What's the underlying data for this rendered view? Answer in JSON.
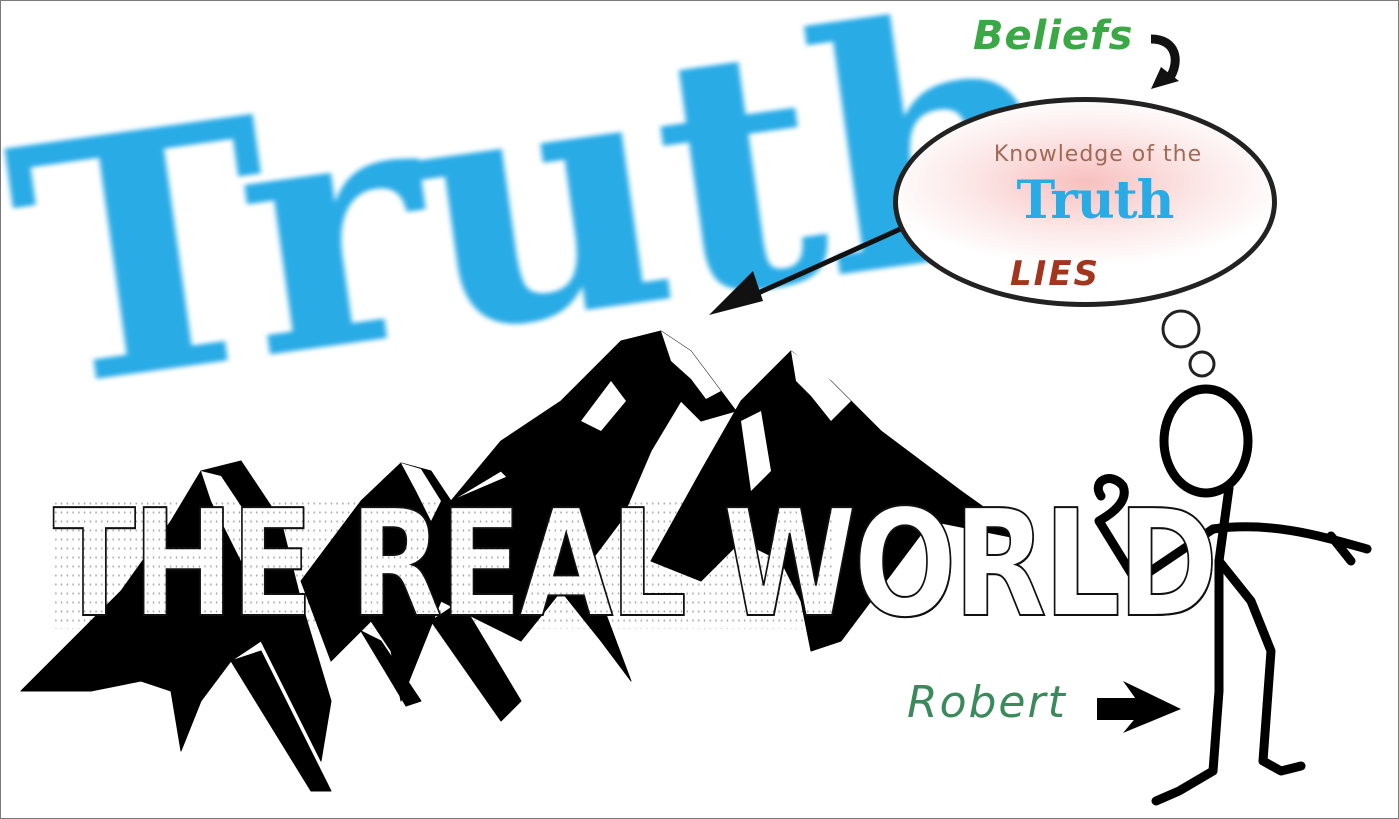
{
  "diagram": {
    "background_word": "Truth",
    "title_banner": "THE REAL WORLD",
    "thought_bubble": {
      "label": "Beliefs",
      "line1": "Knowledge of the",
      "line2": "Truth",
      "line3": "LIES"
    },
    "person_label": "Robert",
    "relations": [
      {
        "from": "The Real World (mountains)",
        "to": "Knowledge of the Truth",
        "type": "bidirectional-arrow"
      },
      {
        "from": "Beliefs",
        "to": "thought bubble",
        "type": "curved-arrow"
      },
      {
        "from": "Robert",
        "to": "stick figure",
        "type": "arrow"
      }
    ]
  },
  "colors": {
    "truth_blue": "#29abe6",
    "beliefs_green": "#3aa844",
    "robert_green": "#3b8a5c",
    "knowledge_brown": "#a06a55",
    "lies_red": "#a3341e",
    "bubble_pink": "#f6aaaa",
    "ink": "#111111"
  }
}
